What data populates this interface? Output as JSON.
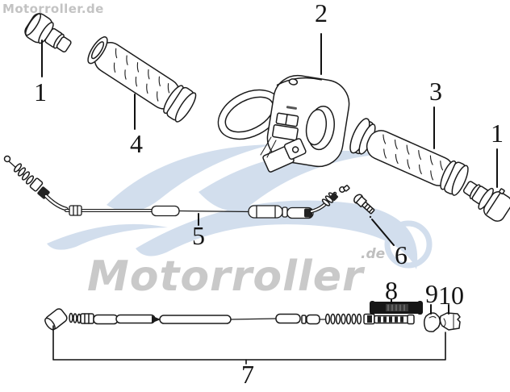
{
  "watermark": {
    "corner_text": "Motorroller.de",
    "main_text": "Motorroller",
    "suffix_text": ".de"
  },
  "callouts": [
    {
      "id": "1-left",
      "label": "1"
    },
    {
      "id": "2",
      "label": "2"
    },
    {
      "id": "3",
      "label": "3"
    },
    {
      "id": "4",
      "label": "4"
    },
    {
      "id": "1-right",
      "label": "1"
    },
    {
      "id": "5",
      "label": "5"
    },
    {
      "id": "6",
      "label": "6"
    },
    {
      "id": "7",
      "label": "7"
    },
    {
      "id": "8",
      "label": "8"
    },
    {
      "id": "9",
      "label": "9"
    },
    {
      "id": "10",
      "label": "10"
    }
  ],
  "colors": {
    "line": "#1b1b1b",
    "watermark_text": "#c9c9c9",
    "watermark_swoosh": "#d2deed"
  }
}
